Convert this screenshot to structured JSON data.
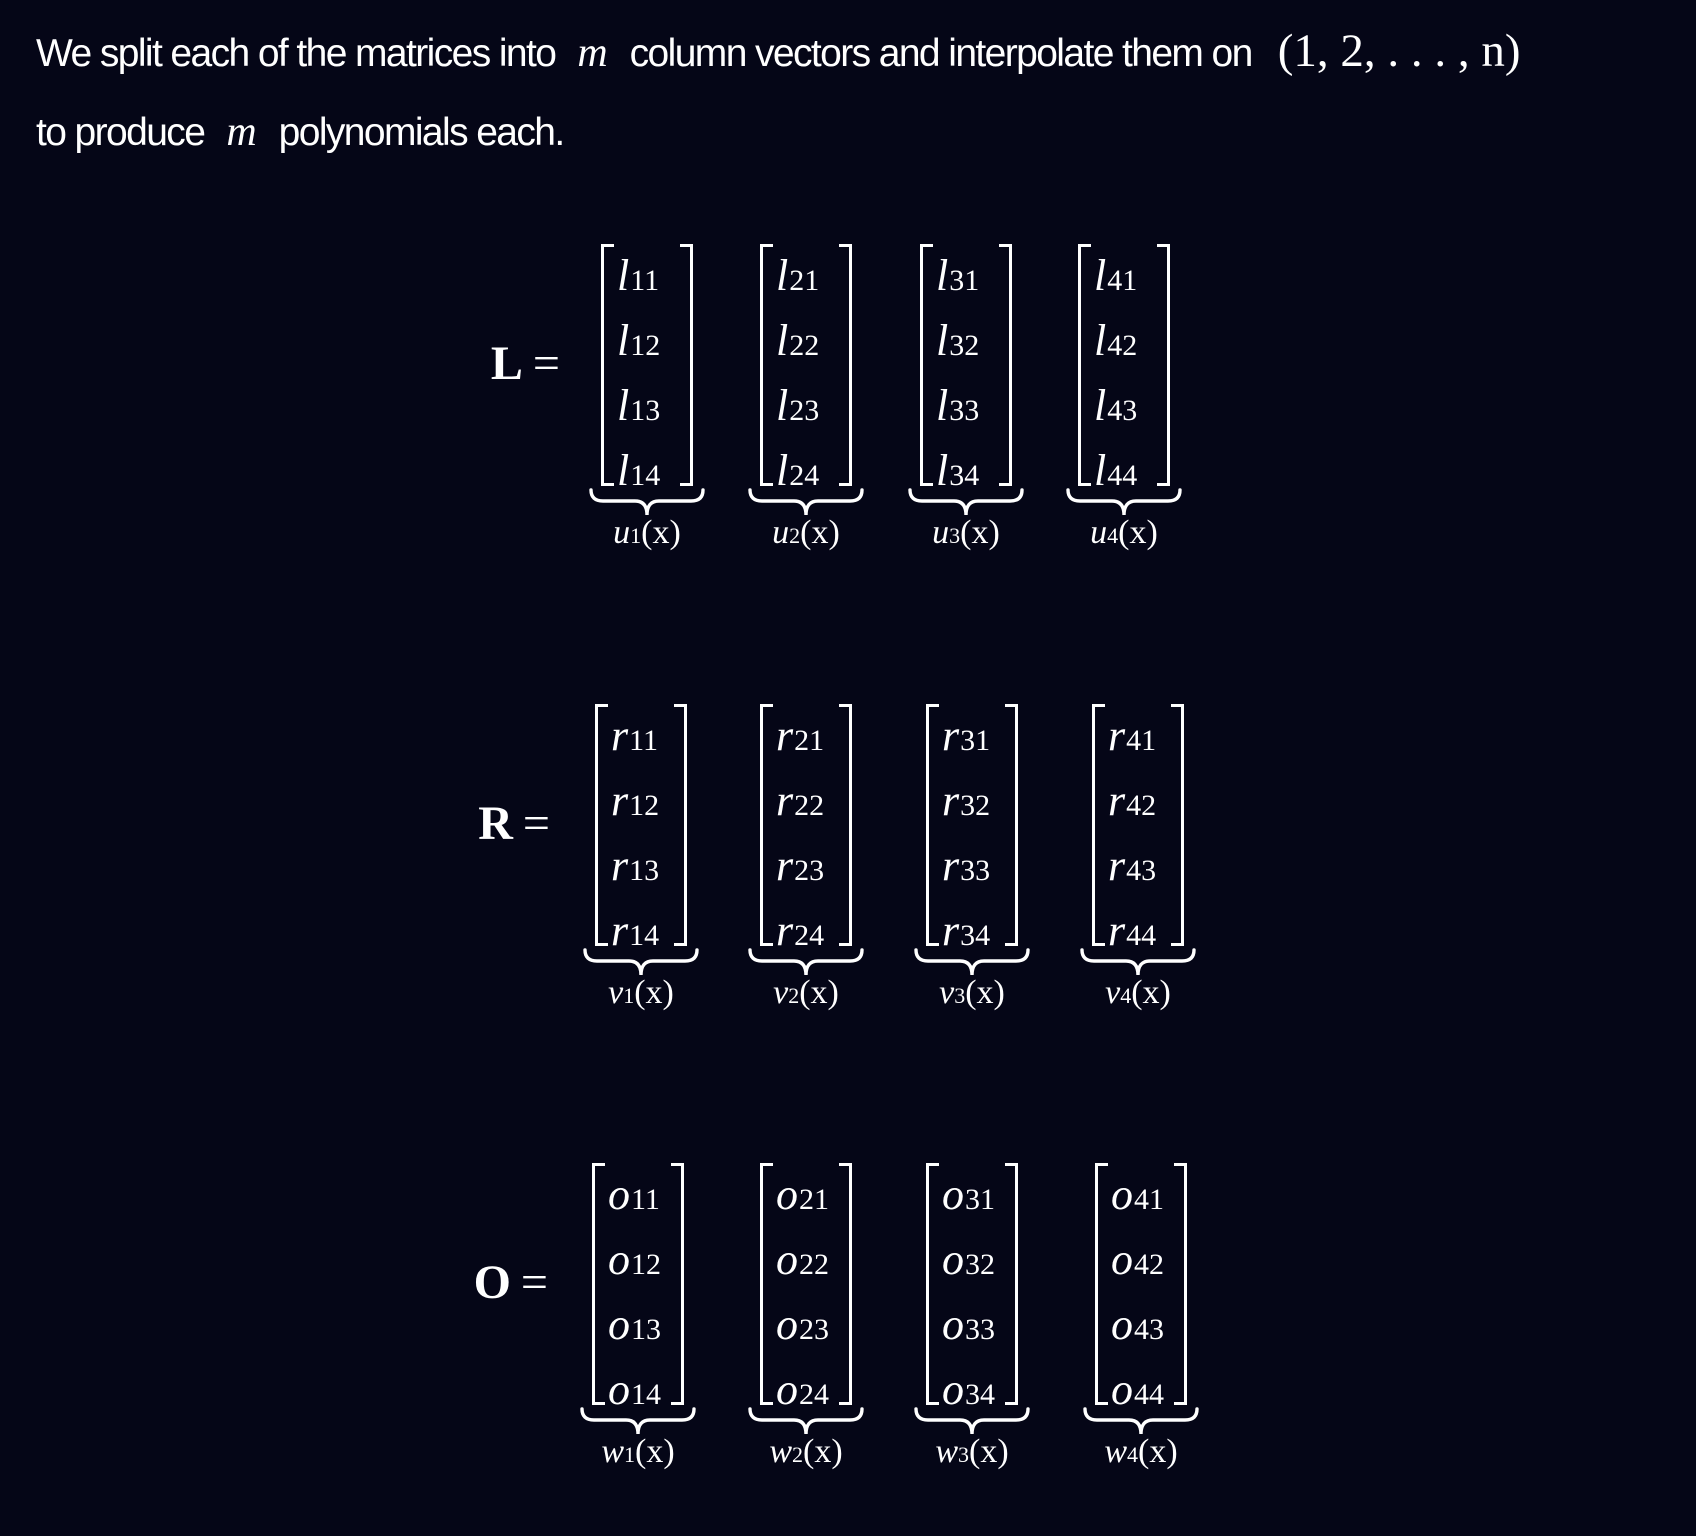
{
  "intro": {
    "part1": "We split each of the matrices into",
    "m1": "m",
    "part2": "column vectors and interpolate them on",
    "sequence": "(1, 2, . . . , n)",
    "part3": "to produce",
    "m2": "m",
    "part4": "polynomials each."
  },
  "matrices": [
    {
      "name": "L",
      "equals": "=",
      "columns": [
        {
          "entries": [
            {
              "base": "l",
              "sub": "11"
            },
            {
              "base": "l",
              "sub": "12"
            },
            {
              "base": "l",
              "sub": "13"
            },
            {
              "base": "l",
              "sub": "14"
            }
          ],
          "poly": {
            "var": "u",
            "sub": "1",
            "arg": "(x)"
          }
        },
        {
          "entries": [
            {
              "base": "l",
              "sub": "21"
            },
            {
              "base": "l",
              "sub": "22"
            },
            {
              "base": "l",
              "sub": "23"
            },
            {
              "base": "l",
              "sub": "24"
            }
          ],
          "poly": {
            "var": "u",
            "sub": "2",
            "arg": "(x)"
          }
        },
        {
          "entries": [
            {
              "base": "l",
              "sub": "31"
            },
            {
              "base": "l",
              "sub": "32"
            },
            {
              "base": "l",
              "sub": "33"
            },
            {
              "base": "l",
              "sub": "34"
            }
          ],
          "poly": {
            "var": "u",
            "sub": "3",
            "arg": "(x)"
          }
        },
        {
          "entries": [
            {
              "base": "l",
              "sub": "41"
            },
            {
              "base": "l",
              "sub": "42"
            },
            {
              "base": "l",
              "sub": "43"
            },
            {
              "base": "l",
              "sub": "44"
            }
          ],
          "poly": {
            "var": "u",
            "sub": "4",
            "arg": "(x)"
          }
        }
      ]
    },
    {
      "name": "R",
      "equals": "=",
      "columns": [
        {
          "entries": [
            {
              "base": "r",
              "sub": "11"
            },
            {
              "base": "r",
              "sub": "12"
            },
            {
              "base": "r",
              "sub": "13"
            },
            {
              "base": "r",
              "sub": "14"
            }
          ],
          "poly": {
            "var": "v",
            "sub": "1",
            "arg": "(x)"
          }
        },
        {
          "entries": [
            {
              "base": "r",
              "sub": "21"
            },
            {
              "base": "r",
              "sub": "22"
            },
            {
              "base": "r",
              "sub": "23"
            },
            {
              "base": "r",
              "sub": "24"
            }
          ],
          "poly": {
            "var": "v",
            "sub": "2",
            "arg": "(x)"
          }
        },
        {
          "entries": [
            {
              "base": "r",
              "sub": "31"
            },
            {
              "base": "r",
              "sub": "32"
            },
            {
              "base": "r",
              "sub": "33"
            },
            {
              "base": "r",
              "sub": "34"
            }
          ],
          "poly": {
            "var": "v",
            "sub": "3",
            "arg": "(x)"
          }
        },
        {
          "entries": [
            {
              "base": "r",
              "sub": "41"
            },
            {
              "base": "r",
              "sub": "42"
            },
            {
              "base": "r",
              "sub": "43"
            },
            {
              "base": "r",
              "sub": "44"
            }
          ],
          "poly": {
            "var": "v",
            "sub": "4",
            "arg": "(x)"
          }
        }
      ]
    },
    {
      "name": "O",
      "equals": "=",
      "columns": [
        {
          "entries": [
            {
              "base": "o",
              "sub": "11"
            },
            {
              "base": "o",
              "sub": "12"
            },
            {
              "base": "o",
              "sub": "13"
            },
            {
              "base": "o",
              "sub": "14"
            }
          ],
          "poly": {
            "var": "w",
            "sub": "1",
            "arg": "(x)"
          }
        },
        {
          "entries": [
            {
              "base": "o",
              "sub": "21"
            },
            {
              "base": "o",
              "sub": "22"
            },
            {
              "base": "o",
              "sub": "23"
            },
            {
              "base": "o",
              "sub": "24"
            }
          ],
          "poly": {
            "var": "w",
            "sub": "2",
            "arg": "(x)"
          }
        },
        {
          "entries": [
            {
              "base": "o",
              "sub": "31"
            },
            {
              "base": "o",
              "sub": "32"
            },
            {
              "base": "o",
              "sub": "33"
            },
            {
              "base": "o",
              "sub": "34"
            }
          ],
          "poly": {
            "var": "w",
            "sub": "3",
            "arg": "(x)"
          }
        },
        {
          "entries": [
            {
              "base": "o",
              "sub": "41"
            },
            {
              "base": "o",
              "sub": "42"
            },
            {
              "base": "o",
              "sub": "43"
            },
            {
              "base": "o",
              "sub": "44"
            }
          ],
          "poly": {
            "var": "w",
            "sub": "4",
            "arg": "(x)"
          }
        }
      ]
    }
  ]
}
